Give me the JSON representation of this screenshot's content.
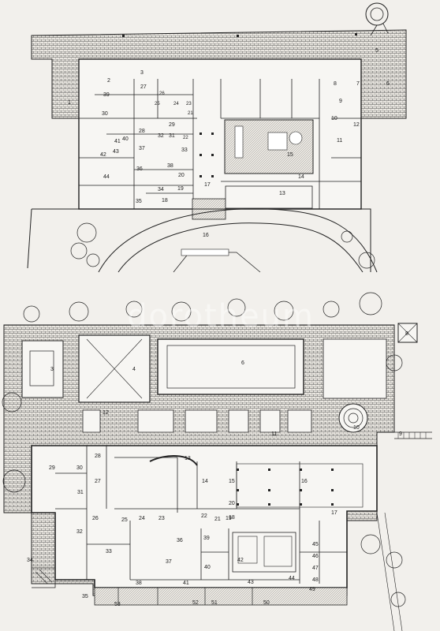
{
  "watermark": "dorotheum",
  "upper_plan": {
    "labels": [
      "1",
      "2",
      "3",
      "5",
      "6",
      "7",
      "8",
      "9",
      "10",
      "11",
      "12",
      "13",
      "14",
      "15",
      "16",
      "17",
      "18",
      "19",
      "20",
      "21",
      "22",
      "23",
      "24",
      "25",
      "26",
      "27",
      "28",
      "29",
      "30",
      "31",
      "32",
      "33",
      "34",
      "35",
      "36",
      "37",
      "38",
      "39",
      "40",
      "41",
      "42",
      "43",
      "44"
    ]
  },
  "lower_plan": {
    "labels": [
      "3",
      "4",
      "6",
      "8",
      "9",
      "10",
      "11",
      "12",
      "13",
      "14",
      "15",
      "16",
      "17",
      "18",
      "19",
      "20",
      "21",
      "22",
      "23",
      "24",
      "25",
      "26",
      "27",
      "28",
      "29",
      "30",
      "31",
      "32",
      "33",
      "34",
      "35",
      "36",
      "37",
      "38",
      "39",
      "40",
      "41",
      "42",
      "43",
      "44",
      "45",
      "46",
      "47",
      "48",
      "49",
      "50",
      "51",
      "52",
      "53"
    ]
  }
}
